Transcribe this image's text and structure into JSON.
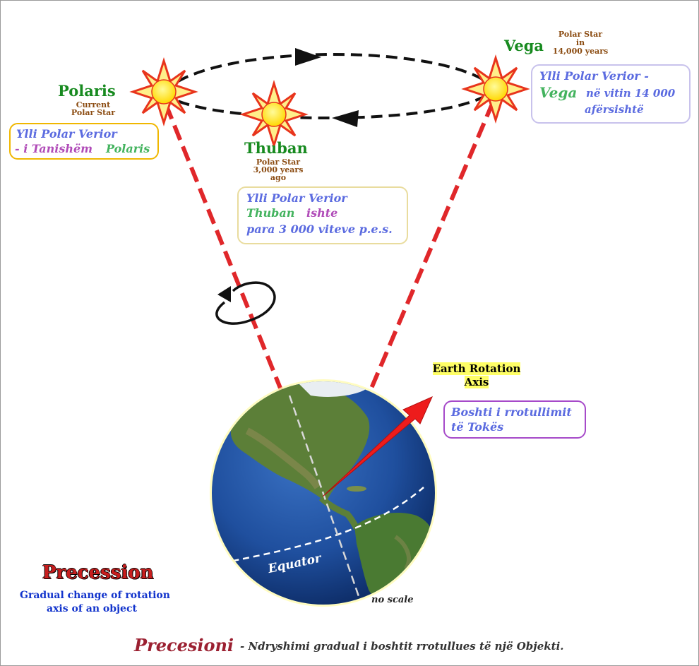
{
  "stars": {
    "polaris": {
      "name": "Polaris",
      "note_1": "Current",
      "note_2": "Polar Star"
    },
    "thuban": {
      "name": "Thuban",
      "note_1": "Polar Star",
      "note_2": "3,000 years",
      "note_3": "ago"
    },
    "vega": {
      "name": "Vega",
      "note_1": "Polar Star",
      "note_2": "in",
      "note_3": "14,000 years"
    }
  },
  "boxes": {
    "polaris": {
      "line1": "Ylli Polar Verior",
      "line2_prefix": "- i Tanishëm",
      "line2_star": "Polaris"
    },
    "thuban": {
      "line1": "Ylli Polar Verior",
      "line2_star": "Thuban",
      "line2_suffix": "ishte",
      "line3": "para 3 000 viteve p.e.s."
    },
    "vega": {
      "line1": "Ylli Polar Verior -",
      "line2_star": "Vega",
      "line2_suffix": "në vitin 14 000",
      "line3": "afërsishtë"
    },
    "axis": {
      "line1": "Boshti i rrotullimit",
      "line2": "të Tokës"
    }
  },
  "axis_label": {
    "line1": "Earth Rotation",
    "line2": "Axis"
  },
  "globe": {
    "equator": "Equator",
    "scale_note": "no scale"
  },
  "precession": {
    "title": "Precession",
    "desc_1": "Gradual change of rotation",
    "desc_2": "axis of an object"
  },
  "footer": {
    "term": "Precesioni",
    "rest": "- Ndryshimi gradual i boshtit rrotullues të një Objekti."
  },
  "colors": {
    "star_fill": "#ffef00",
    "star_stroke": "#e8341c",
    "axis_dash": "#e0272a",
    "orbit": "#111111",
    "ocean": "#1f4f9e",
    "land": "#4a7a32",
    "arrow": "#ee1c1c",
    "precession_title": "#c81e1e",
    "footer_term": "#9b2031"
  }
}
